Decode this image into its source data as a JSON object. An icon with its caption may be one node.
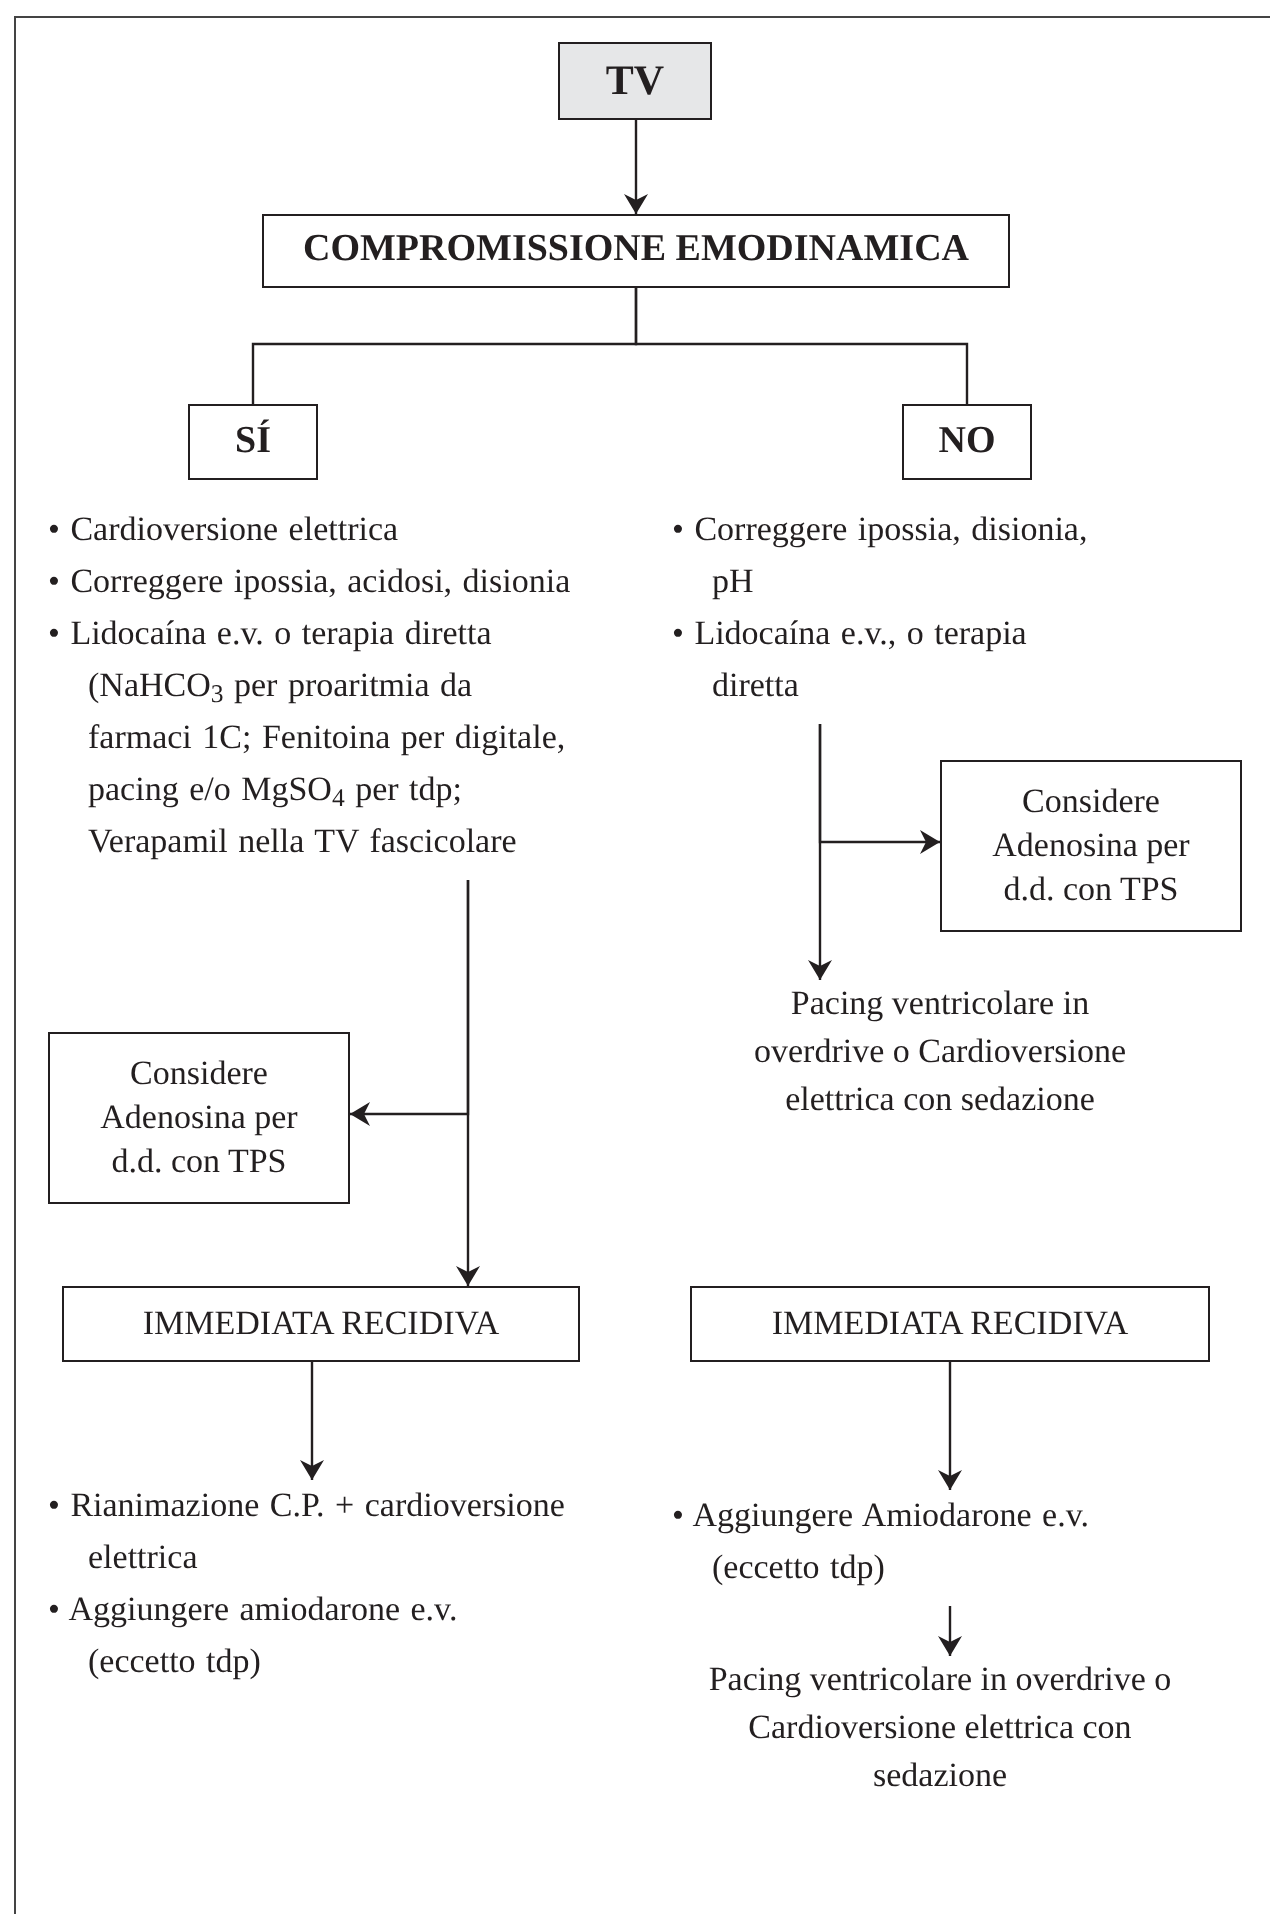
{
  "diagram": {
    "nodes": [
      {
        "text": [
          "TV"
        ]
      },
      {
        "text": [
          "COMPROMISSIONE EMODINAMICA"
        ]
      },
      {
        "text": [
          "SÍ"
        ]
      },
      {
        "text": [
          "NO"
        ]
      },
      {
        "text": [
          "• Cardioversione elettrica",
          "• Correggere ipossia, acidosi, disionia",
          "• Lidocaína e.v. o terapia diretta (NaHCO$_{3}$ per proaritmia da farmaci 1C; Fenitoina per digitale, pacing e/o MgSO$_{4}$ per tdp; Verapamil nella TV fascicolare"
        ]
      },
      {
        "text": [
          "• Correggere ipossia, disionia, pH",
          "• Lidocaína e.v., o terapia diretta"
        ]
      },
      {
        "text": [
          "Considere Adenosina per d.d. con TPS"
        ]
      },
      {
        "text": [
          "Pacing ventricolare in overdrive o Cardioversione elettrica con sedazione"
        ]
      },
      {
        "text": [
          "Considere Adenosina per d.d. con TPS"
        ]
      },
      {
        "text": [
          "IMMEDIATA RECIDIVA"
        ]
      },
      {
        "text": [
          "IMMEDIATA RECIDIVA"
        ]
      },
      {
        "text": [
          "• Rianimazione C.P. + cardioversione elettrica",
          "• Aggiungere amiodarone e.v. (eccetto tdp)"
        ]
      },
      {
        "text": [
          "• Aggiungere Amiodarone e.v. (eccetto tdp)"
        ]
      },
      {
        "text": [
          "Pacing ventricolare in overdrive o Cardioversione elettrica con sedazione"
        ]
      }
    ],
    "edges": [
      {
        "from": 0,
        "to": 1,
        "arrow": "to"
      },
      {
        "from": 1,
        "to": 2,
        "arrow": "none"
      },
      {
        "from": 1,
        "to": 3,
        "arrow": "none"
      },
      {
        "from": 5,
        "to": 6,
        "arrow": "to"
      },
      {
        "from": 5,
        "to": 7,
        "arrow": "to"
      },
      {
        "from": 4,
        "to": 8,
        "arrow": "to"
      },
      {
        "from": 4,
        "to": 9,
        "arrow": "to"
      },
      {
        "from": 9,
        "to": 11,
        "arrow": "to"
      },
      {
        "from": 10,
        "to": 12,
        "arrow": "to"
      },
      {
        "from": 12,
        "to": 13,
        "arrow": "to"
      }
    ]
  }
}
